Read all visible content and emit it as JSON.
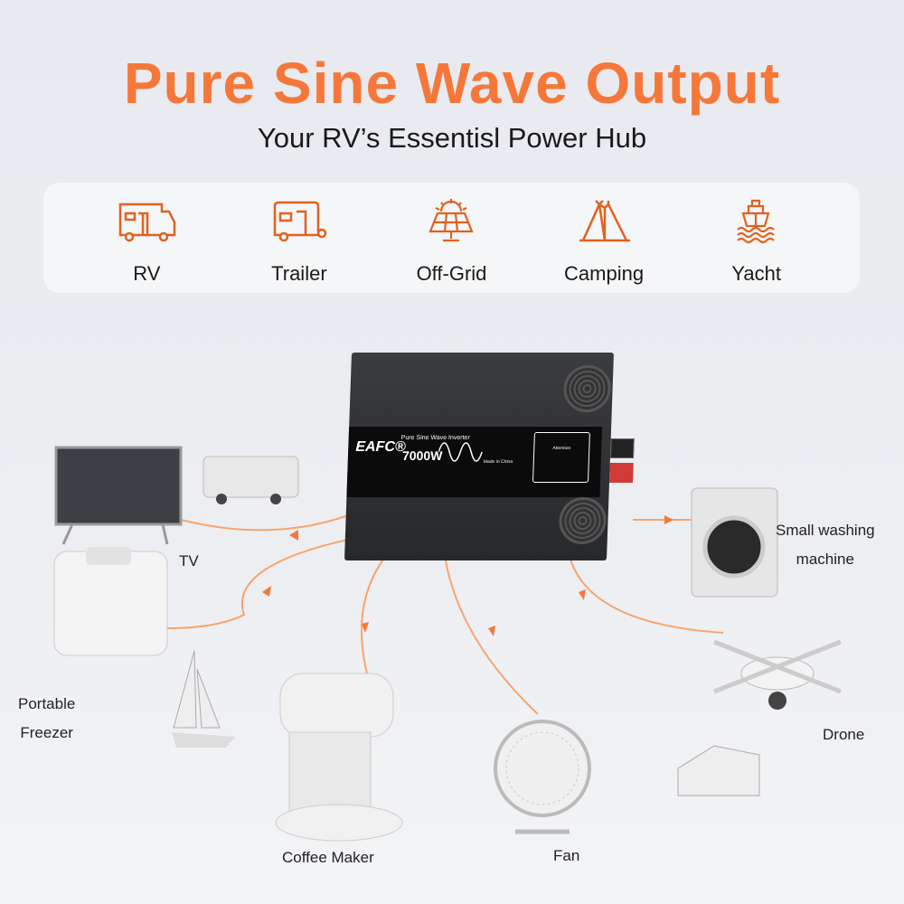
{
  "header": {
    "title": "Pure Sine Wave Output",
    "subtitle": "Your RV’s Essentisl Power Hub"
  },
  "uses": [
    {
      "label": "RV",
      "icon": "rv-icon"
    },
    {
      "label": "Trailer",
      "icon": "trailer-icon"
    },
    {
      "label": "Off-Grid",
      "icon": "solar-panel-icon"
    },
    {
      "label": "Camping",
      "icon": "tent-icon"
    },
    {
      "label": "Yacht",
      "icon": "yacht-icon"
    }
  ],
  "inverter": {
    "brand": "EAFC®",
    "model": "Pure Sine Wave Inverter",
    "power": "7000W",
    "made": "Made in China",
    "attention": "Attention"
  },
  "devices": {
    "tv": "TV",
    "freezer": "Portable\nFreezer",
    "coffee": "Coffee Maker",
    "fan": "Fan",
    "washer": "Small washing\nmachine",
    "drone": "Drone"
  },
  "colors": {
    "accent": "#f5783a",
    "icon": "#e2611d"
  }
}
